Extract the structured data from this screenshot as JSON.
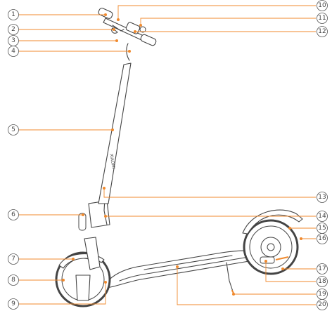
{
  "figure": {
    "brand_text": "XIAOMI",
    "accent_color": "#f08a2e",
    "line_color": "#444444"
  },
  "callouts": [
    {
      "id": "1",
      "label": "①"
    },
    {
      "id": "2",
      "label": "②"
    },
    {
      "id": "3",
      "label": "③"
    },
    {
      "id": "4",
      "label": "④"
    },
    {
      "id": "5",
      "label": "⑤"
    },
    {
      "id": "6",
      "label": "⑥"
    },
    {
      "id": "7",
      "label": "⑦"
    },
    {
      "id": "8",
      "label": "⑧"
    },
    {
      "id": "9",
      "label": "⑨"
    },
    {
      "id": "10",
      "label": "⑩"
    },
    {
      "id": "11",
      "label": "⑪"
    },
    {
      "id": "12",
      "label": "⑫"
    },
    {
      "id": "13",
      "label": "⑬"
    },
    {
      "id": "14",
      "label": "⑭"
    },
    {
      "id": "15",
      "label": "⑮"
    },
    {
      "id": "16",
      "label": "⑯"
    },
    {
      "id": "17",
      "label": "⑰"
    },
    {
      "id": "18",
      "label": "⑱"
    },
    {
      "id": "19",
      "label": "⑲"
    },
    {
      "id": "20",
      "label": "⑳"
    }
  ]
}
